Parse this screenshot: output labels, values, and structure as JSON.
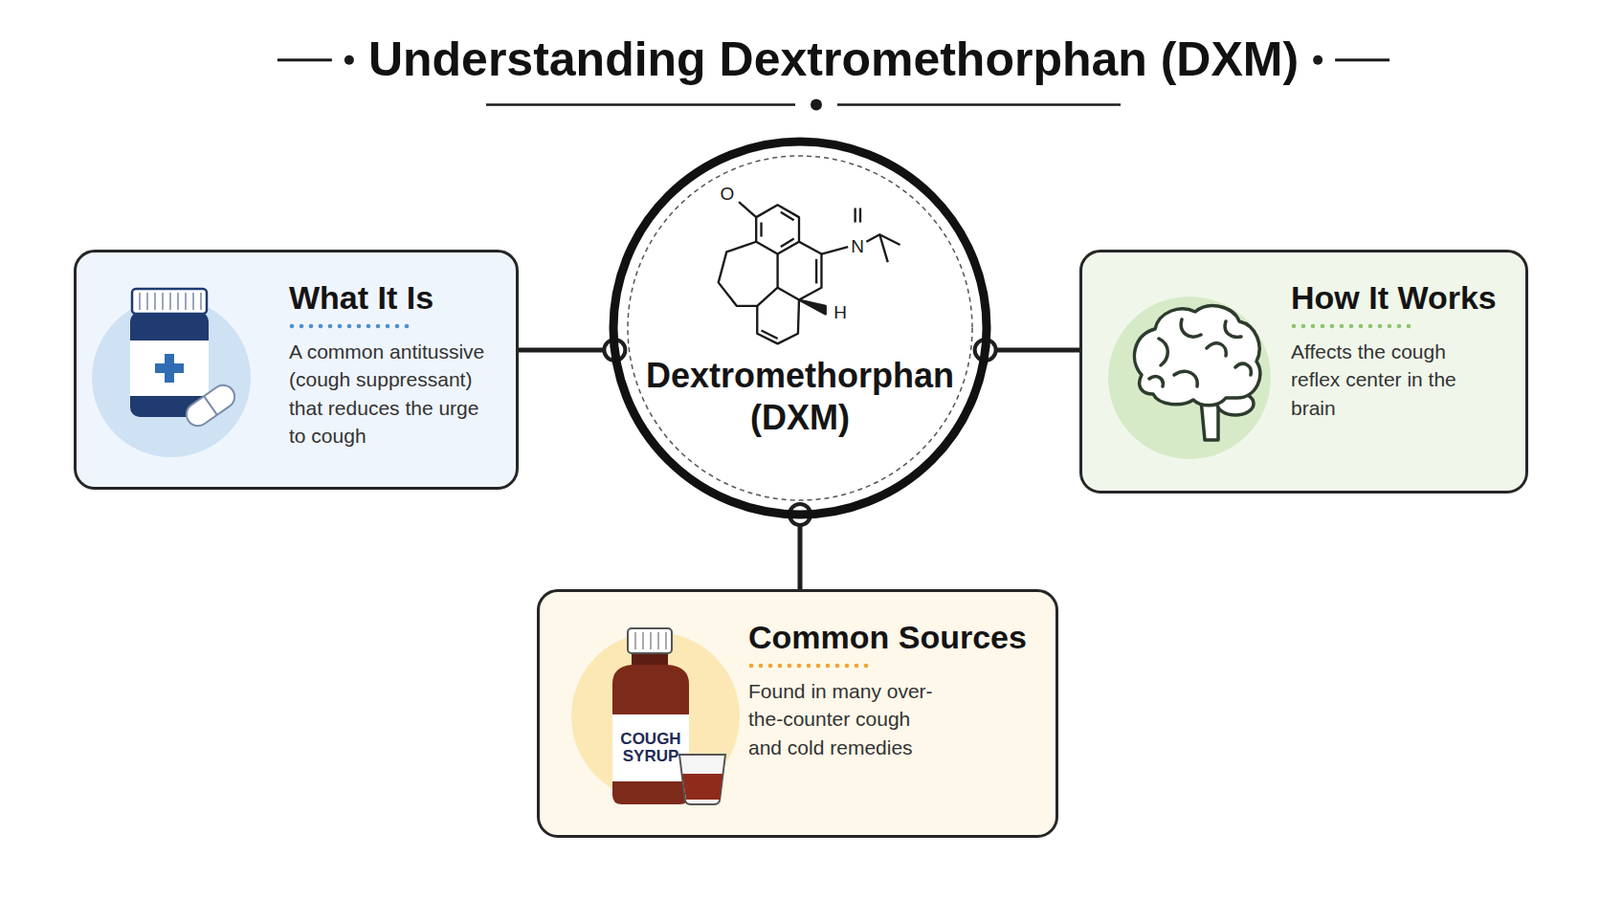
{
  "diagram": {
    "title": "Understanding Dextromethorphan (DXM)",
    "nodes": [
      {
        "text": [
          "Dextromethorphan (DXM)"
        ]
      },
      {
        "text": [
          "What It Is",
          "A common antitussive (cough suppressant) that reduces the urge to cough"
        ]
      },
      {
        "text": [
          "How It Works",
          "Affects the cough reflex center in the brain"
        ]
      },
      {
        "text": [
          "Common Sources",
          "Found in many over-the-counter cough and cold remedies"
        ]
      }
    ],
    "edges": [
      {
        "from": 0,
        "to": 1,
        "arrow": "none"
      },
      {
        "from": 0,
        "to": 2,
        "arrow": "none"
      },
      {
        "from": 0,
        "to": 3,
        "arrow": "none"
      }
    ],
    "labels": [
      "O",
      "N",
      "H",
      "COUGH SYRUP"
    ]
  }
}
